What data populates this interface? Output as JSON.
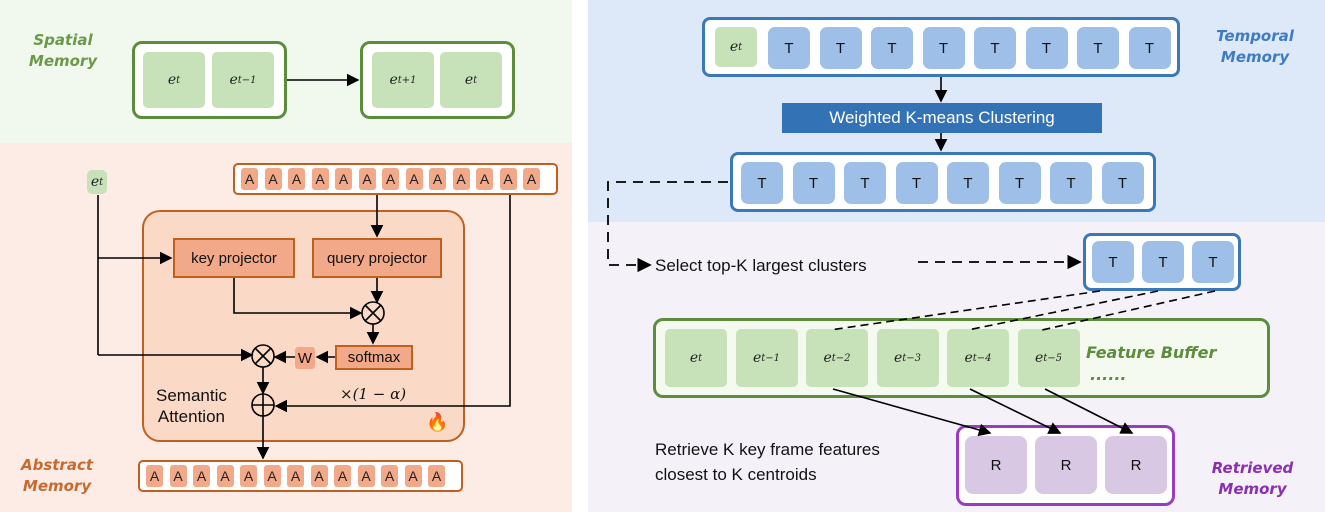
{
  "spatial": {
    "label_line1": "Spatial",
    "label_line2": "Memory",
    "left_cells": [
      "e",
      "e"
    ],
    "left_sups": [
      "t",
      "t−1"
    ],
    "right_cells": [
      "e",
      "e"
    ],
    "right_sups": [
      "t+1",
      "t"
    ]
  },
  "abstract": {
    "label_line1": "Abstract",
    "label_line2": "Memory",
    "input_token": "e",
    "input_sup": "t",
    "a_token": "A",
    "key_projector": "key projector",
    "query_projector": "query projector",
    "softmax": "softmax",
    "w_label": "W",
    "semantic_line1": "Semantic",
    "semantic_line2": "Attention",
    "alpha_label": "×(1 − α)",
    "fire_icon": "🔥"
  },
  "temporal": {
    "label_line1": "Temporal",
    "label_line2": "Memory",
    "first_cell": "e",
    "first_sup": "t",
    "t_token": "T",
    "clustering": "Weighted K-means Clustering",
    "select_text": "Select top-K largest clusters"
  },
  "feature_buffer": {
    "label": "Feature Buffer",
    "ellipsis": "......",
    "cells": [
      "e",
      "e",
      "e",
      "e",
      "e",
      "e"
    ],
    "sups": [
      "t",
      "t−1",
      "t−2",
      "t−3",
      "t−4",
      "t−5"
    ]
  },
  "retrieved": {
    "label_line1": "Retrieved",
    "label_line2": "Memory",
    "r_token": "R",
    "retrieve_line1": "Retrieve K key frame features",
    "retrieve_line2": "closest to K centroids"
  },
  "colors": {
    "spatial_bg": "#f1f8ee",
    "abstract_bg": "#fdece6",
    "temporal_bg": "#dde9f8",
    "retrieved_bg": "#f5f1f9",
    "green": "#5c8c3c",
    "orange": "#c0601e",
    "blue": "#3b78b8",
    "purple": "#8c2eb0"
  }
}
